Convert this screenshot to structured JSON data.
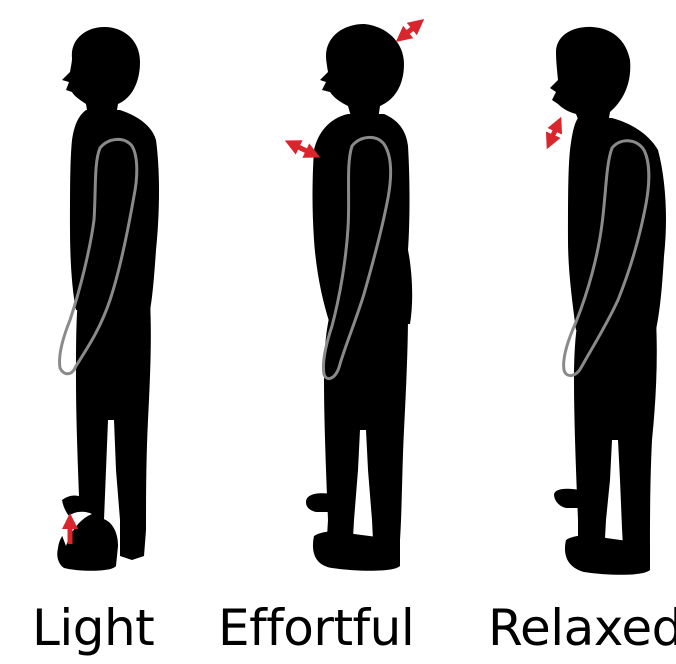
{
  "figures": [
    {
      "id": "light",
      "label": "Light"
    },
    {
      "id": "effortful",
      "label": "Effortful"
    },
    {
      "id": "relaxed",
      "label": "Relaxed"
    }
  ],
  "colors": {
    "silhouette": "#000000",
    "arm_outline": "#8a8a8a",
    "arrow": "#d9262c",
    "background": "#ffffff"
  },
  "icons": [
    "standing-person-silhouette",
    "red-double-arrow"
  ]
}
